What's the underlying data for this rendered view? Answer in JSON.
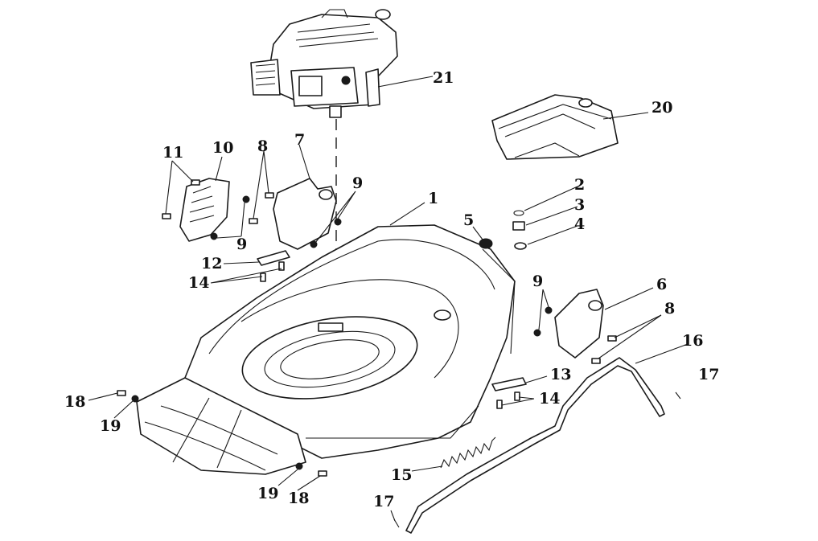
{
  "diagram": {
    "labels": {
      "p1": "1",
      "p2": "2",
      "p3": "3",
      "p4": "4",
      "p5": "5",
      "p6": "6",
      "p7": "7",
      "p8a": "8",
      "p8b": "8",
      "p9a": "9",
      "p9b": "9",
      "p9c": "9",
      "p10": "10",
      "p11": "11",
      "p12": "12",
      "p13": "13",
      "p14a": "14",
      "p14b": "14",
      "p15": "15",
      "p16": "16",
      "p17a": "17",
      "p17b": "17",
      "p18a": "18",
      "p18b": "18",
      "p19a": "19",
      "p19b": "19",
      "p20": "20",
      "p21": "21"
    }
  }
}
